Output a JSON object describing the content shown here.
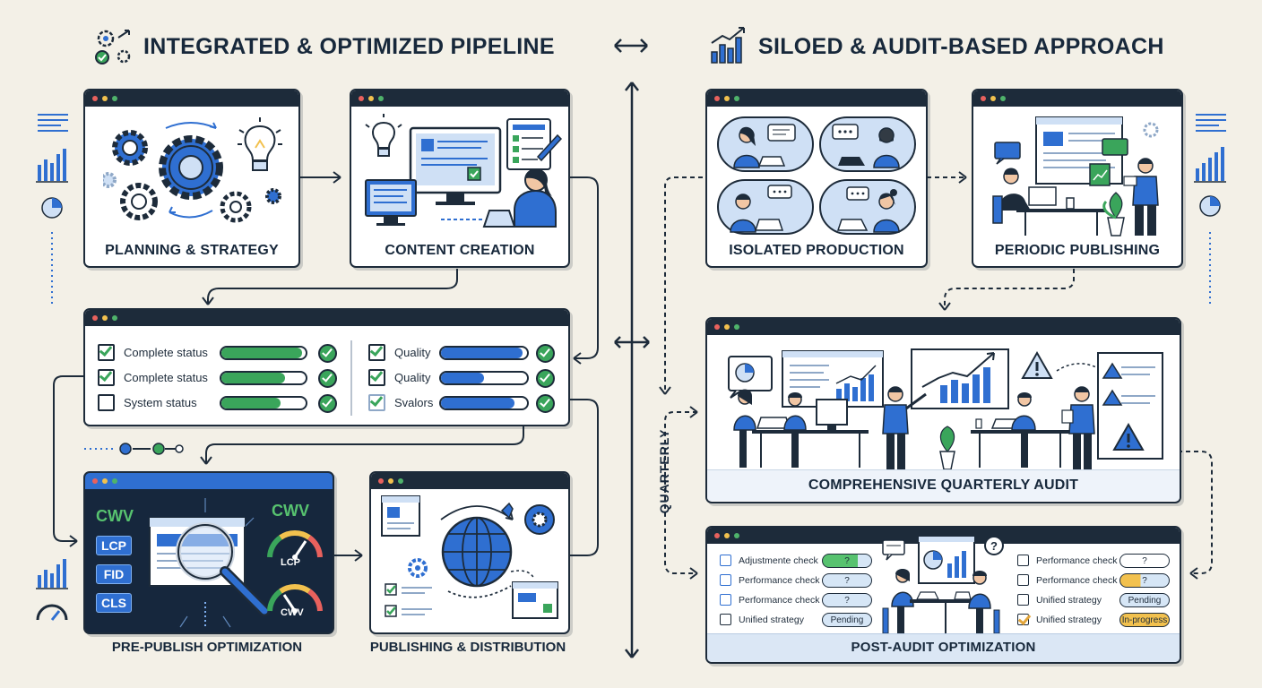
{
  "left_heading": "INTEGRATED & OPTIMIZED PIPELINE",
  "right_heading": "SILOED & AUDIT-BASED APPROACH",
  "colors": {
    "navy": "#1d2b3a",
    "blue": "#2f6fd1",
    "light_blue": "#cfe0f5",
    "green": "#3aa55b",
    "yellow": "#f2c14e",
    "background": "#f3f0e7"
  },
  "left": {
    "planning": {
      "label": "PLANNING & STRATEGY",
      "icons": [
        "gears-icon",
        "lightbulb-icon"
      ]
    },
    "content": {
      "label": "CONTENT CREATION",
      "icons": [
        "lightbulb-icon",
        "monitor-icon",
        "checklist-icon",
        "person-laptop-icon"
      ]
    },
    "status_rows_left": [
      {
        "label": "Complete status",
        "checked": true,
        "progress": 0.95
      },
      {
        "label": "Complete status",
        "checked": true,
        "progress": 0.75
      },
      {
        "label": "System status",
        "checked": false,
        "progress": 0.7
      }
    ],
    "status_rows_right": [
      {
        "label": "Quality",
        "checked": true,
        "progress": 0.95
      },
      {
        "label": "Quality",
        "checked": true,
        "progress": 0.5
      },
      {
        "label": "Svalors",
        "checked": true,
        "progress": 0.85
      }
    ],
    "prepublish": {
      "label": "PRE-PUBLISH OPTIMIZATION",
      "left_title": "CWV",
      "metrics": [
        "LCP",
        "FID",
        "CLS"
      ],
      "right_title": "CWV",
      "gauge1_label": "LCP",
      "gauge2_label": "CWV"
    },
    "publishing": {
      "label": "PUBLISHING & DISTRIBUTION",
      "icons": [
        "globe-icon",
        "gear-icon",
        "window-icon"
      ]
    }
  },
  "right": {
    "isolated": {
      "label": "ISOLATED PRODUCTION"
    },
    "periodic": {
      "label": "PERIODIC PUBLISHING"
    },
    "audit": {
      "label": "COMPREHENSIVE QUARTERLY AUDIT"
    },
    "quarterly_label": "QUARTERLY",
    "post_audit": {
      "label": "POST-AUDIT OPTIMIZATION",
      "left_rows": [
        {
          "label": "Adjustmente check",
          "checked": false,
          "pill": "?",
          "fill": "green"
        },
        {
          "label": "Performance check",
          "checked": false,
          "pill": "?",
          "fill": "light"
        },
        {
          "label": "Performance check",
          "checked": false,
          "pill": "?",
          "fill": "light"
        },
        {
          "label": "Unified strategy",
          "checked": false,
          "pill": "Pending",
          "fill": "light"
        }
      ],
      "right_rows": [
        {
          "label": "Performance check",
          "checked": false,
          "pill": "?",
          "fill": "none"
        },
        {
          "label": "Performance check",
          "checked": false,
          "pill": "?",
          "fill": "yellow"
        },
        {
          "label": "Unified strategy",
          "checked": false,
          "pill": "Pending",
          "fill": "light"
        },
        {
          "label": "Unified strategy",
          "checked": true,
          "pill": "In-progress",
          "fill": "yellowfull"
        }
      ]
    }
  }
}
